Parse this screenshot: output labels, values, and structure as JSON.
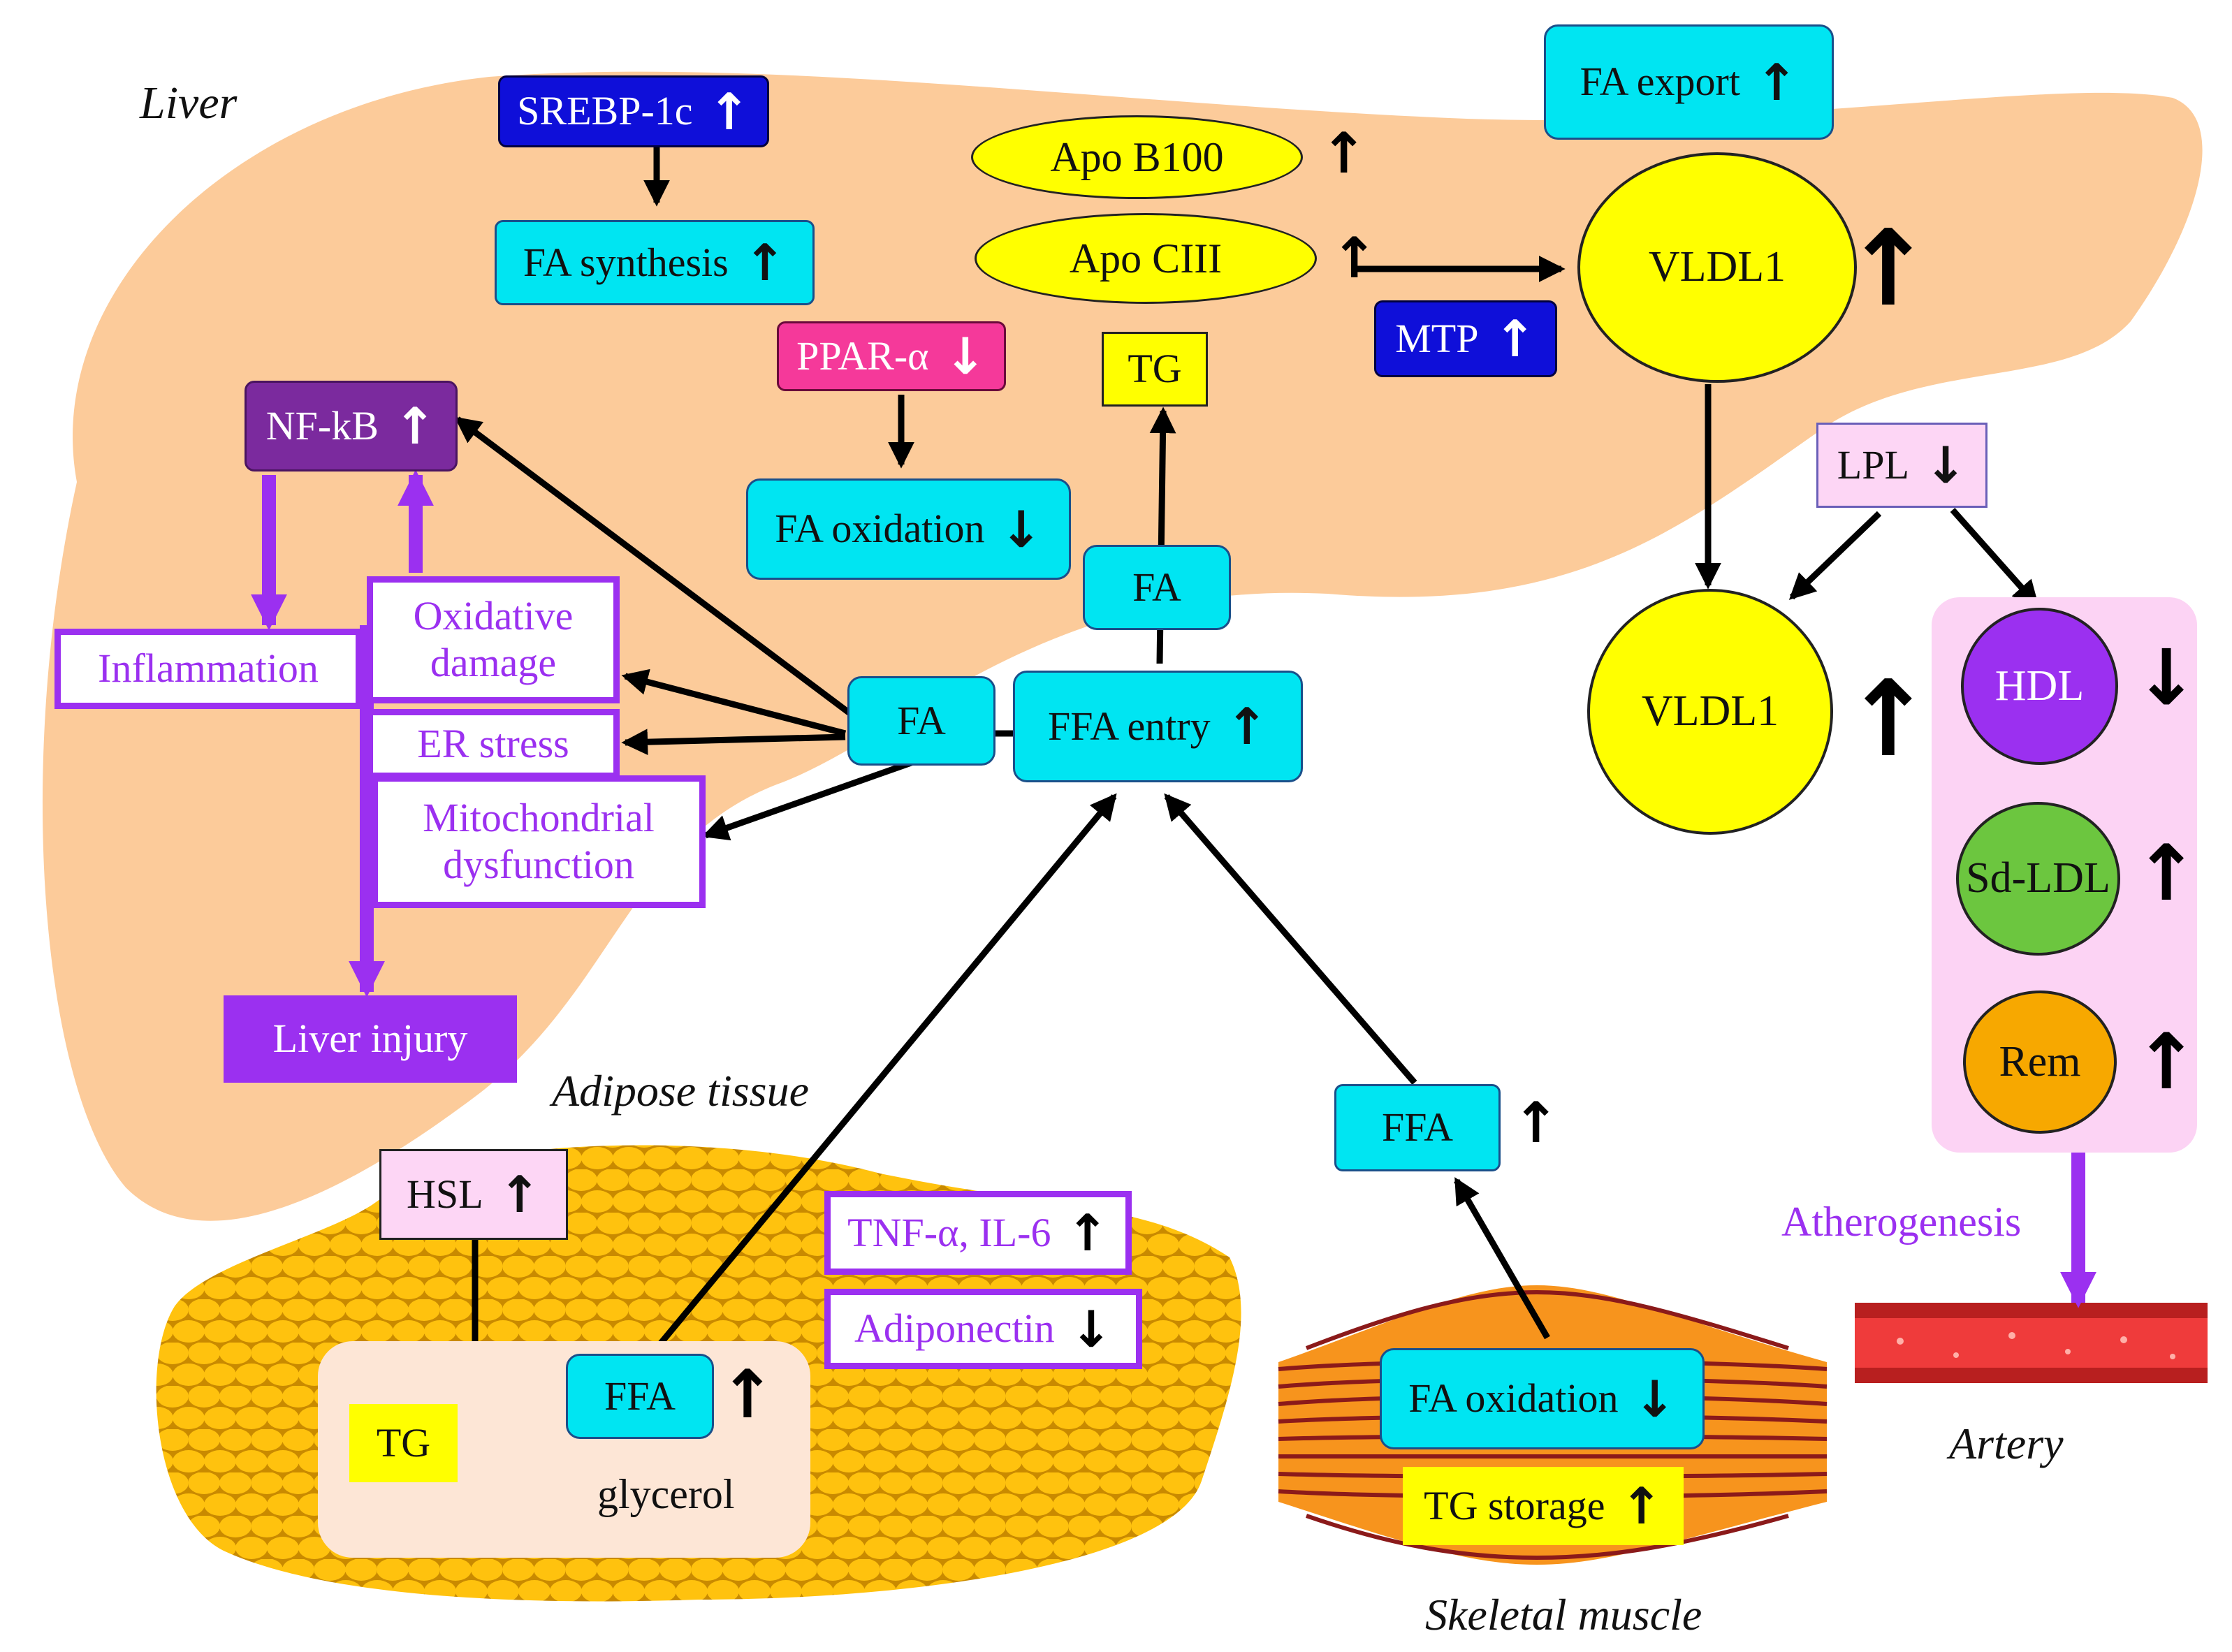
{
  "regions": {
    "liver": "Liver",
    "adipose": "Adipose tissue",
    "muscle": "Skeletal muscle",
    "artery": "Artery"
  },
  "nodes": {
    "srebp": "SREBP-1c",
    "fa_synthesis": "FA synthesis",
    "ppar": "PPAR-α",
    "fa_oxidation_liver": "FA oxidation",
    "nfkb": "NF-kB",
    "inflammation": "Inflammation",
    "oxidative_damage_1": "Oxidative",
    "oxidative_damage_2": "damage",
    "er_stress": "ER stress",
    "mito_1": "Mitochondrial",
    "mito_2": "dysfunction",
    "liver_injury": "Liver injury",
    "fa_liver": "FA",
    "ffa_entry": "FFA entry",
    "fa_upper": "FA",
    "tg_liver": "TG",
    "apob100": "Apo B100",
    "apociii": "Apo CIII",
    "mtp": "MTP",
    "fa_export": "FA export",
    "vldl1_top": "VLDL1",
    "vldl1_bottom": "VLDL1",
    "lpl": "LPL",
    "hdl": "HDL",
    "sdldl": "Sd-LDL",
    "rem": "Rem",
    "atherogenesis": "Atherogenesis",
    "hsl": "HSL",
    "tnf": "TNF-α, IL-6",
    "adiponectin": "Adiponectin",
    "ffa_adipose": "FFA",
    "tg_adipose": "TG",
    "glycerol": "glycerol",
    "ffa_muscle": "FFA",
    "fa_oxidation_muscle": "FA oxidation",
    "tg_storage": "TG storage"
  },
  "arrows": {
    "up": "↑",
    "down": "↓"
  },
  "colors": {
    "liver": "#fccb9a",
    "cyan": "#00e5f2",
    "purple": "#9b30f0",
    "yellow": "#ffff00",
    "fat": "#ffc20e",
    "muscle_orange": "#f7941d",
    "muscle_line": "#8b1a1a",
    "artery": "#ef3b3b",
    "hdl": "#9b30f0",
    "sdldl": "#6cc63f",
    "rem": "#f7a800"
  }
}
